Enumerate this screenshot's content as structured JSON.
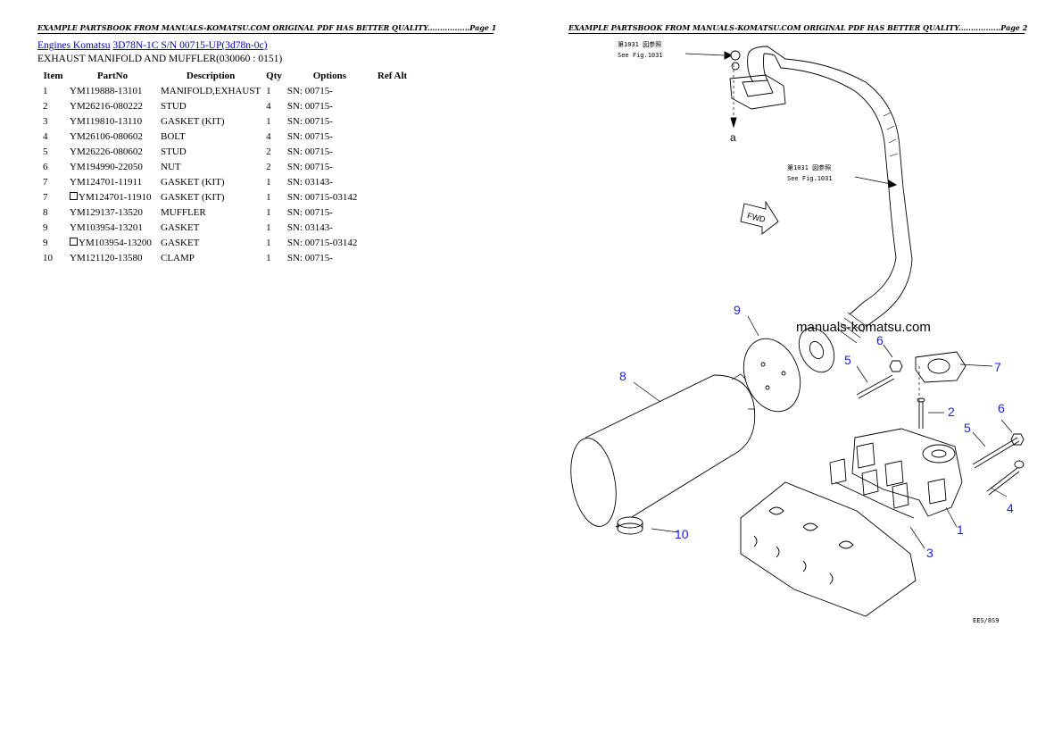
{
  "page1": {
    "header": "EXAMPLE PARTSBOOK FROM MANUALS-KOMATSU.COM ORIGINAL PDF HAS BETTER QUALITY.................Page 1",
    "breadcrumb": {
      "link1": "Engines Komatsu",
      "link2": "3D78N-1C S/N 00715-UP(3d78n-0c)"
    },
    "title": "EXHAUST MANIFOLD AND MUFFLER(030060 : 0151)",
    "columns": {
      "item": "Item",
      "partno": "PartNo",
      "description": "Description",
      "qty": "Qty",
      "options": "Options",
      "refalt": "Ref Alt"
    },
    "rows": [
      {
        "item": "1",
        "partno": "YM119888-13101",
        "description": "MANIFOLD,EXHAUST",
        "qty": "1",
        "options": "SN: 00715-",
        "alt": false
      },
      {
        "item": "2",
        "partno": "YM26216-080222",
        "description": "STUD",
        "qty": "4",
        "options": "SN: 00715-",
        "alt": false
      },
      {
        "item": "3",
        "partno": "YM119810-13110",
        "description": "GASKET (KIT)",
        "qty": "1",
        "options": "SN: 00715-",
        "alt": false
      },
      {
        "item": "4",
        "partno": "YM26106-080602",
        "description": "BOLT",
        "qty": "4",
        "options": "SN: 00715-",
        "alt": false
      },
      {
        "item": "5",
        "partno": "YM26226-080602",
        "description": "STUD",
        "qty": "2",
        "options": "SN: 00715-",
        "alt": false
      },
      {
        "item": "6",
        "partno": "YM194990-22050",
        "description": "NUT",
        "qty": "2",
        "options": "SN: 00715-",
        "alt": false
      },
      {
        "item": "7",
        "partno": "YM124701-11911",
        "description": "GASKET (KIT)",
        "qty": "1",
        "options": "SN: 03143-",
        "alt": false
      },
      {
        "item": "7",
        "partno": "YM124701-11910",
        "description": "GASKET (KIT)",
        "qty": "1",
        "options": "SN: 00715-03142",
        "alt": true
      },
      {
        "item": "8",
        "partno": "YM129137-13520",
        "description": "MUFFLER",
        "qty": "1",
        "options": "SN: 00715-",
        "alt": false
      },
      {
        "item": "9",
        "partno": "YM103954-13201",
        "description": "GASKET",
        "qty": "1",
        "options": "SN: 03143-",
        "alt": false
      },
      {
        "item": "9",
        "partno": "YM103954-13200",
        "description": "GASKET",
        "qty": "1",
        "options": "SN: 00715-03142",
        "alt": true
      },
      {
        "item": "10",
        "partno": "YM121120-13580",
        "description": "CLAMP",
        "qty": "1",
        "options": "SN: 00715-",
        "alt": false
      }
    ]
  },
  "page2": {
    "header": "EXAMPLE PARTSBOOK FROM MANUALS-KOMATSU.COM ORIGINAL PDF HAS BETTER QUALITY.................Page 2",
    "drawing": {
      "ref_top_jp": "第1031 図参照",
      "ref_top_en": "See Fig.1031",
      "ref_mid_jp": "第1031 図参照",
      "ref_mid_en": "See Fig.1031",
      "arrow_label": "a",
      "fwd_label": "FWD",
      "watermark": "manuals-komatsu.com",
      "corner_code": "EES/8S9",
      "callouts": {
        "c1": "1",
        "c2": "2",
        "c3": "3",
        "c4": "4",
        "c5a": "5",
        "c5b": "5",
        "c6a": "6",
        "c6b": "6",
        "c7": "7",
        "c8": "8",
        "c9": "9",
        "c10": "10"
      }
    }
  }
}
